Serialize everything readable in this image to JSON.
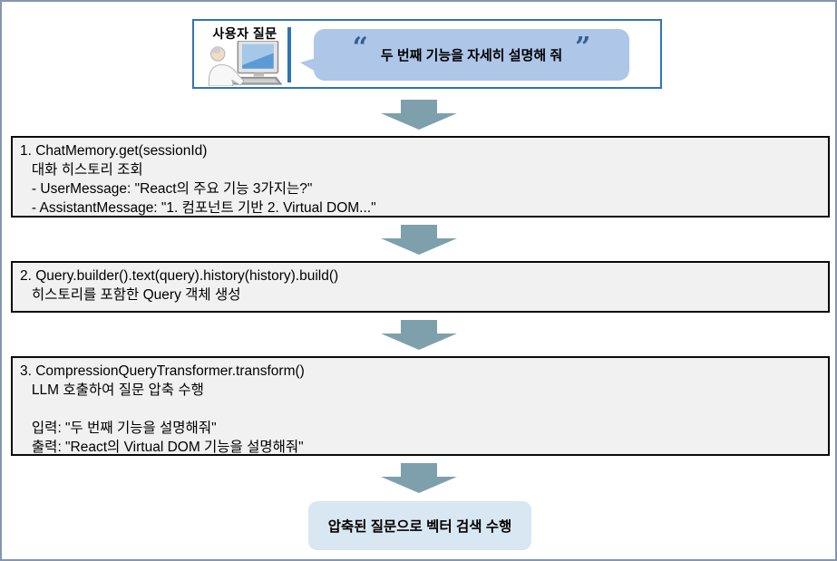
{
  "colors": {
    "frame_border": "#8496B0",
    "user_box_border": "#2E75B6",
    "bubble_bg": "#AEC6E8",
    "quote_color": "#365F91",
    "step_box_bg": "#F1F1F2",
    "step_box_border": "#0a0a0a",
    "arrow_fill": "#7DA0AC",
    "result_bg": "#D9E7F2"
  },
  "user_question": {
    "label": "사용자 질문",
    "open_quote": "“",
    "close_quote": "”",
    "bubble_text": "두 번째 기능을 자세히 설명해 줘"
  },
  "steps": [
    {
      "lines": [
        "1. ChatMemory.get(sessionId)",
        "   대화 히스토리 조회",
        "   - UserMessage: \"React의 주요 기능 3가지는?\"",
        "   - AssistantMessage: \"1. 컴포넌트 기반 2. Virtual DOM...\""
      ]
    },
    {
      "lines": [
        "2. Query.builder().text(query).history(history).build()",
        "   히스토리를 포함한 Query 객체 생성"
      ]
    },
    {
      "lines": [
        "3. CompressionQueryTransformer.transform()",
        "   LLM 호출하여 질문 압축 수행",
        "",
        "   입력: \"두 번째 기능을 설명해줘\"",
        "   출력: \"React의 Virtual DOM 기능을 설명해줘\""
      ]
    }
  ],
  "result": {
    "text": "압축된 질문으로 벡터 검색 수행"
  }
}
